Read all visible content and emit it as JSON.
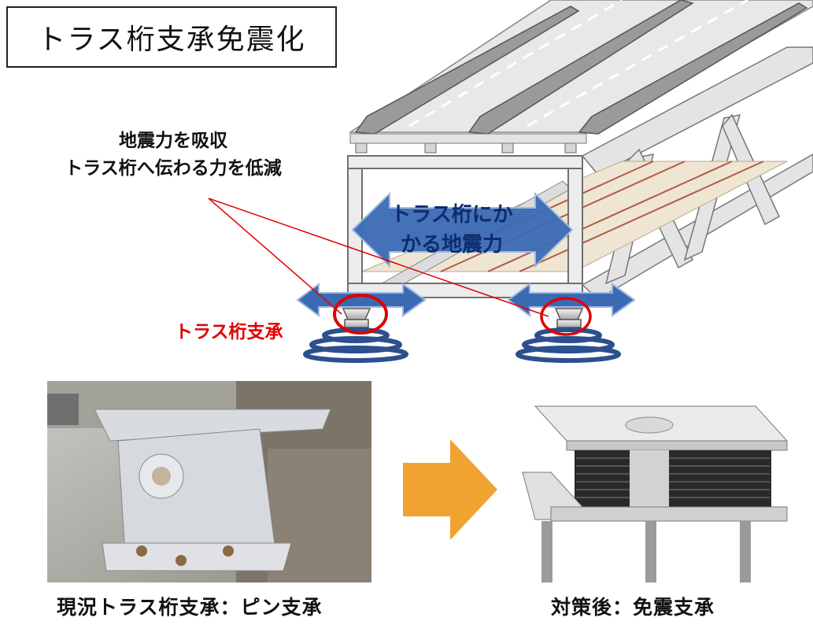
{
  "title": "トラス桁支承免震化",
  "callout": {
    "line1": "地震力を吸収",
    "line2": "トラス桁へ伝わる力を低減"
  },
  "bearing_label": "トラス桁支承",
  "seismic_force_label": {
    "line1": "トラス桁にか",
    "line2": "かる地震力"
  },
  "captions": {
    "current": "現況トラス桁支承：ピン支承",
    "after": "対策後：免震支承"
  },
  "colors": {
    "arrow_blue": "#3b6ab5",
    "spring_blue": "#2c4f8e",
    "highlight_red": "#e00000",
    "orange_arrow": "#f0a330"
  }
}
